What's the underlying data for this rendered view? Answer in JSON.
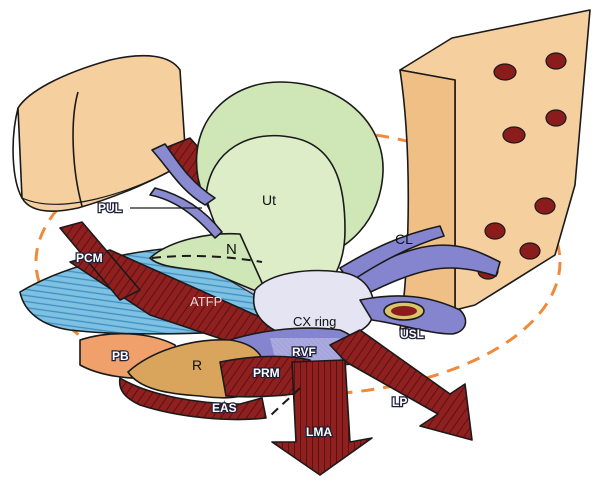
{
  "labels": {
    "pul": "PUL",
    "ut": "Ut",
    "n": "N",
    "cl": "CL",
    "pcm": "PCM",
    "atfp": "ATFP",
    "cx_ring": "CX ring",
    "usl": "USL",
    "pb": "PB",
    "r": "R",
    "rvf": "RVF",
    "prm": "PRM",
    "eas": "EAS",
    "lp": "LP",
    "lma": "LMA"
  },
  "colors": {
    "bone": "#f6cf9e",
    "uterus": "#cfe6b7",
    "ligament": "#7f7fc7",
    "muscle": "#8b1f1f",
    "fascia": "#7fc1e3",
    "boundary": "#ef8a3c",
    "perineal_body": "#f0a06a",
    "rectum": "#d9a55d"
  }
}
